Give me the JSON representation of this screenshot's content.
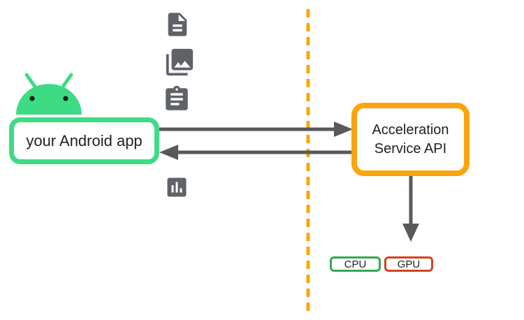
{
  "app_box": {
    "label": "your Android app"
  },
  "api_box": {
    "line1": "Acceleration",
    "line2": "Service API"
  },
  "hardware": {
    "cpu_label": "CPU",
    "gpu_label": "GPU"
  },
  "icons": [
    "document-icon",
    "photo-library-icon",
    "clipboard-icon",
    "bar-chart-icon"
  ],
  "colors": {
    "background": "#FFFFFF",
    "android_green": "#3DDC84",
    "orange": "#FBA40E",
    "arrow_gray": "#58595B",
    "icon_gray": "#5F6368",
    "text_dark": "#202124",
    "cpu_green": "#34A853",
    "gpu_red": "#D14324"
  }
}
